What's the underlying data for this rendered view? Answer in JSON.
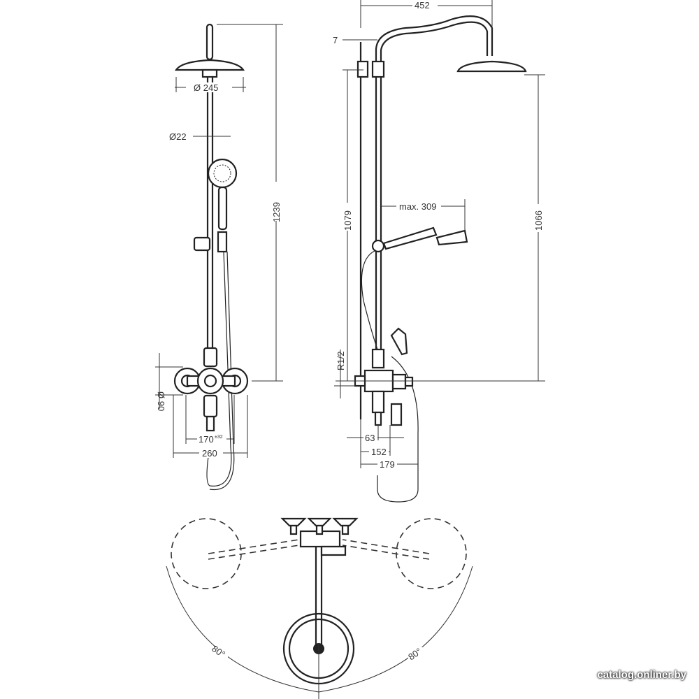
{
  "dimensions": {
    "front": {
      "head_diameter": "Ø 245",
      "pipe_diameter": "Ø22",
      "total_height": "1239",
      "flange_diameter": "Ø 90",
      "center_distance": "170",
      "center_distance_tolerance": "±32",
      "total_width": "260"
    },
    "side": {
      "arm_reach": "452",
      "wall_offset": "7",
      "height_1079": "1079",
      "height_1066": "1066",
      "hand_shower_reach": "max. 309",
      "thread": "R1/2",
      "depth_63": "63",
      "depth_152": "152",
      "depth_179": "179"
    },
    "top": {
      "angle_left": "80°",
      "angle_right": "80°"
    }
  },
  "watermark": "catalog.onliner.by"
}
